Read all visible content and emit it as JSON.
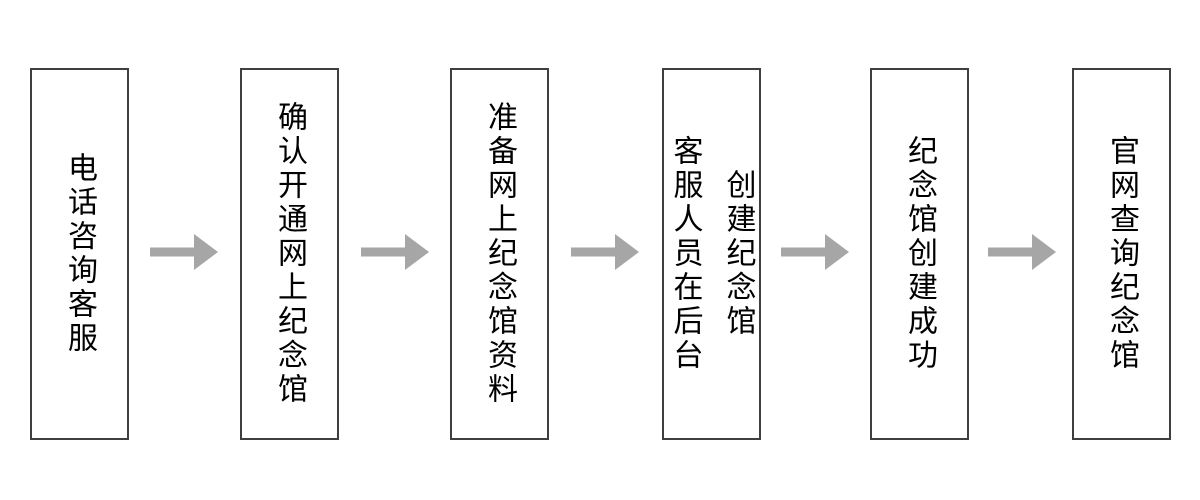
{
  "flowchart": {
    "colors": {
      "background": "#ffffff",
      "box_border": "#3f3f3f",
      "text": "#000000",
      "arrow": "#a6a6a6"
    },
    "steps": [
      {
        "label": "电话咨询客服"
      },
      {
        "label": "确认开通网上纪念馆"
      },
      {
        "label": "准备网上纪念馆资料"
      },
      {
        "label": "客服人员在后台",
        "label2": "创建纪念馆"
      },
      {
        "label": "纪念馆创建成功"
      },
      {
        "label": "官网查询纪念馆"
      }
    ]
  }
}
